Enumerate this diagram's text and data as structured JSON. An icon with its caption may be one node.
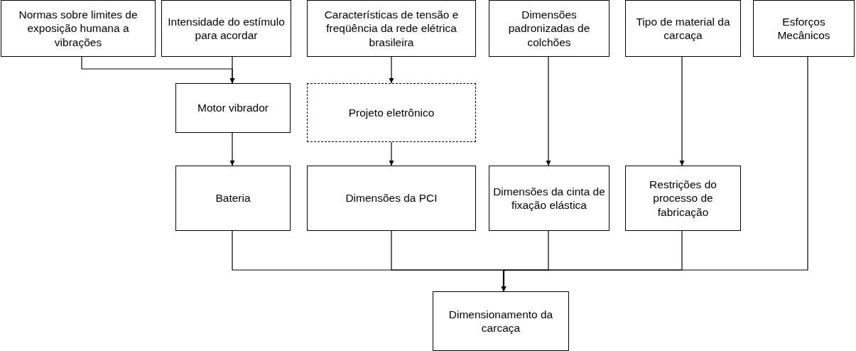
{
  "diagram": {
    "nodes": [
      {
        "text": [
          "Normas sobre limites de exposição humana a vibrações"
        ]
      },
      {
        "text": [
          "Intensidade do estímulo para acordar"
        ]
      },
      {
        "text": [
          "Características de tensão e freqüência da rede elétrica brasileira"
        ]
      },
      {
        "text": [
          "Dimensões padronizadas de colchões"
        ]
      },
      {
        "text": [
          "Tipo de material da carcaça"
        ]
      },
      {
        "text": [
          "Esforços Mecânicos"
        ]
      },
      {
        "text": [
          "Motor vibrador"
        ]
      },
      {
        "text": [
          "Projeto eletrônico"
        ]
      },
      {
        "text": [
          "Bateria"
        ]
      },
      {
        "text": [
          "Dimensões da PCI"
        ]
      },
      {
        "text": [
          "Dimensões da cinta de fixação elástica"
        ]
      },
      {
        "text": [
          "Restrições do processo de fabricação"
        ]
      },
      {
        "text": [
          "Dimensionamento da carcaça"
        ]
      }
    ],
    "edges": [
      {
        "from": 0,
        "to": 6,
        "arrow": "to"
      },
      {
        "from": 1,
        "to": 6,
        "arrow": "to"
      },
      {
        "from": 6,
        "to": 8,
        "arrow": "to"
      },
      {
        "from": 2,
        "to": 7,
        "arrow": "to"
      },
      {
        "from": 7,
        "to": 9,
        "arrow": "to"
      },
      {
        "from": 3,
        "to": 10,
        "arrow": "to"
      },
      {
        "from": 4,
        "to": 11,
        "arrow": "to"
      },
      {
        "from": 8,
        "to": 12,
        "arrow": "to"
      },
      {
        "from": 9,
        "to": 12,
        "arrow": "to"
      },
      {
        "from": 10,
        "to": 12,
        "arrow": "to"
      },
      {
        "from": 11,
        "to": 12,
        "arrow": "to"
      },
      {
        "from": 5,
        "to": 12,
        "arrow": "to"
      }
    ]
  }
}
